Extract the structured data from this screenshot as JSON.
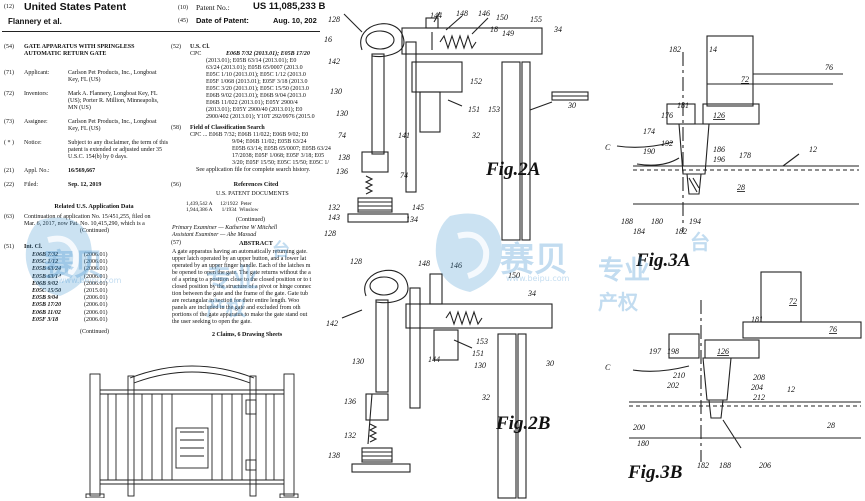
{
  "header": {
    "code_12": "(12)",
    "title": "United States Patent",
    "inventor_line": "Flannery et al.",
    "code_10": "(10)",
    "patent_no_label": "Patent No.:",
    "patent_no": "US 11,085,233 B",
    "code_45": "(45)",
    "date_label": "Date of Patent:",
    "date": "Aug. 10, 202"
  },
  "left": {
    "f54_code": "(54)",
    "f54_l1": "GATE APPARATUS WITH SPRINGLESS",
    "f54_l2": "AUTOMATIC RETURN GATE",
    "f71_code": "(71)",
    "f71_label": "Applicant:",
    "f71_l1": "Carlson Pet Products, Inc., Longboat",
    "f71_l2": "Key, FL (US)",
    "f72_code": "(72)",
    "f72_label": "Inventors:",
    "f72_l1": "Mark A. Flannery, Longboat Key, FL",
    "f72_l2": "(US); Porter R. Million, Minneapolis,",
    "f72_l3": "MN (US)",
    "f73_code": "(73)",
    "f73_label": "Assignee:",
    "f73_l1": "Carlson Pet Products, Inc., Longboat",
    "f73_l2": "Key, FL (US)",
    "fn_code": "( * )",
    "fn_label": "Notice:",
    "fn_l1": "Subject to any disclaimer, the term of this",
    "fn_l2": "patent is extended or adjusted under 35",
    "fn_l3": "U.S.C. 154(b) by 0 days.",
    "f21_code": "(21)",
    "f21_label": "Appl. No.:",
    "f21_value": "16/569,667",
    "f22_code": "(22)",
    "f22_label": "Filed:",
    "f22_value": "Sep. 12, 2019",
    "related_heading": "Related U.S. Application Data",
    "f63_code": "(63)",
    "f63_l1": "Continuation of application No. 15/451,255, filed on",
    "f63_l2": "Mar. 6, 2017, now Pat. No. 10,415,290, which is a",
    "f63_l3": "(Continued)",
    "f51_code": "(51)",
    "f51_label": "Int. Cl.",
    "int_cl": [
      {
        "code": "E06B 7/32",
        "date": "(2006.01)"
      },
      {
        "code": "E05C 1/12",
        "date": "(2006.01)"
      },
      {
        "code": "E05B 63/24",
        "date": "(2006.01)"
      },
      {
        "code": "E05B 63/14",
        "date": "(2006.01)"
      },
      {
        "code": "E06B 9/02",
        "date": "(2006.01)"
      },
      {
        "code": "E05C 15/50",
        "date": "(2015.01)"
      },
      {
        "code": "E05B 9/04",
        "date": "(2006.01)"
      },
      {
        "code": "E05B 17/20",
        "date": "(2006.01)"
      },
      {
        "code": "E06B 11/02",
        "date": "(2006.01)"
      },
      {
        "code": "E05F 3/18",
        "date": "(2006.01)"
      }
    ],
    "int_cl_continued": "(Continued)"
  },
  "middle": {
    "f52_code": "(52)",
    "f52_label": "U.S. Cl.",
    "cpc_label": "CPC",
    "cpc_l1": "E06B 7/32 (2013.01); E05B 17/20",
    "cpc_l2": "(2013.01); E05B 63/14 (2013.01); E0",
    "cpc_l3": "63/24 (2013.01); E05B 65/0007 (2013.0",
    "cpc_l4": "E05C 1/10 (2013.01); E05C 1/12 (2013.0",
    "cpc_l5": "E05F 1/068 (2013.01); E05F 3/18 (2013.0",
    "cpc_l6": "E05C 3/20 (2013.01); E05C 15/50 (2013.0",
    "cpc_l7": "E06B 9/02 (2013.01); E06B 9/04 (2013.0",
    "cpc_l8": "E06B 11/022 (2013.01); E05Y 2900/4",
    "cpc_l9": "(2013.01); E05Y 2900/40 (2013.01); E0",
    "cpc_l10": "2900/402 (2013.01); Y10T 292/0976 (2015.0",
    "f58_code": "(58)",
    "f58_label": "Field of Classification Search",
    "fcs_l1": "CPC ... E06B 7/32; E06B 11/022; E06B 9/02; E0",
    "fcs_l2": "9/04; E06B 11/02; E05B 63/24",
    "fcs_l3": "E05B 63/14; E05B 65/0007; E05B 63/24",
    "fcs_l4": "17/2038; E05F 1/068; E05F 3/18; E05",
    "fcs_l5": "3/20; E05F 15/50; E05C 15/50; E05C 1/",
    "fcs_l6": "See application file for complete search history.",
    "f56_code": "(56)",
    "refs_heading": "References Cited",
    "us_docs_heading": "U.S. PATENT DOCUMENTS",
    "ref1": "1,439,542 A      12/1922  Peter",
    "ref2": "1,944,386 A       1/1934  Winslow",
    "refs_continued": "(Continued)",
    "examiner1": "Primary Examiner — Katherine W Mitchell",
    "examiner2": "Assistant Examiner — Abe Massad",
    "f57_code": "(57)",
    "abstract_heading": "ABSTRACT",
    "abs_l1": "A gate apparatus having an automatically returning gate.",
    "abs_l2": "upper latch operated by an upper button, and a lower lat",
    "abs_l3": "operated by an upper finger handle. Each of the latches m",
    "abs_l4": "be opened to open the gate. The gate returns without the a",
    "abs_l5": "of a spring to a position close to the closed position or to t",
    "abs_l6": "closed position by the structure of a pivot or hinge connec",
    "abs_l7": "tion between the gate and the frame of the gate. Gate tub",
    "abs_l8": "are rectangular in section for their entire length. Woo",
    "abs_l9": "panels are included in the gate and excluded from oth",
    "abs_l10": "portions of the gate apparatus to make the gate stand out",
    "abs_l11": "the user seeking to open the gate.",
    "claims": "2 Claims, 6 Drawing Sheets"
  },
  "figures": {
    "fig2a": "Fig.2A",
    "fig2b": "Fig.2B",
    "fig3a": "Fig.3A",
    "fig3b": "Fig.3B"
  },
  "watermark": {
    "brand_cn": "赛贝",
    "slogan1": "专业",
    "slogan2": "产权",
    "slogan3": "台",
    "url": "www.beipu.com"
  }
}
